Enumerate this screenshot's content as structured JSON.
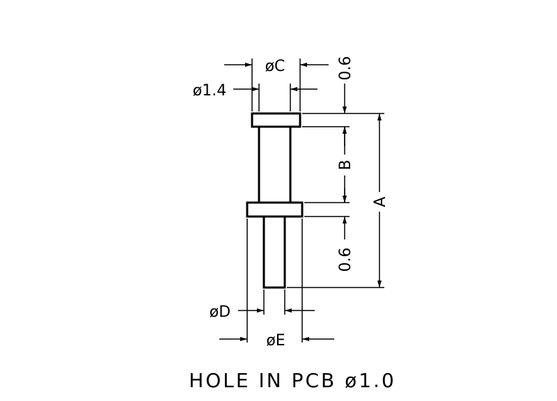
{
  "labels": {
    "dim_c": "øC",
    "dim_1_4": "ø1.4",
    "dim_0_6_top": "0.6",
    "dim_b": "B",
    "dim_a": "A",
    "dim_0_6_bottom": "0.6",
    "dim_d": "øD",
    "dim_e": "øE"
  },
  "caption": "HOLE IN PCB ø1.0",
  "colors": {
    "line": "#000000",
    "background": "#ffffff"
  }
}
